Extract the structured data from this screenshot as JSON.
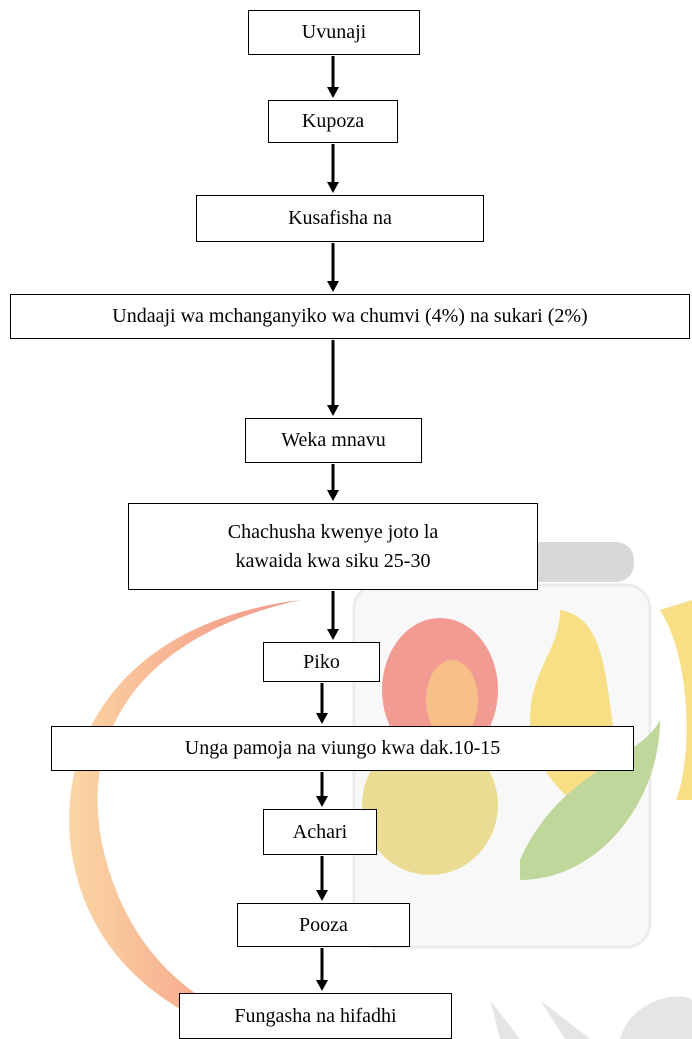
{
  "flowchart": {
    "steps": [
      {
        "id": "s1",
        "text": "Uvunaji"
      },
      {
        "id": "s2",
        "text": "Kupoza"
      },
      {
        "id": "s3",
        "text": "Kusafisha na"
      },
      {
        "id": "s4",
        "text": "Undaaji wa mchanganyiko wa chumvi (4%) na sukari (2%)"
      },
      {
        "id": "s5",
        "text": "Weka mnavu"
      },
      {
        "id": "s6",
        "lines": [
          "Chachusha kwenye joto la",
          "kawaida kwa siku 25-30"
        ]
      },
      {
        "id": "s7",
        "text": "Piko"
      },
      {
        "id": "s8",
        "text": "Unga pamoja na viungo  kwa dak.10-15"
      },
      {
        "id": "s9",
        "text": "Achari"
      },
      {
        "id": "s10",
        "text": "Pooza"
      },
      {
        "id": "s11",
        "text": "Fungasha na hifadhi"
      }
    ]
  },
  "colors": {
    "box_border": "#000000",
    "arrow": "#000000",
    "watermark_orange": "#f28c28",
    "watermark_red": "#e8452c",
    "watermark_yellow": "#f3c623",
    "watermark_green": "#8bb84a",
    "watermark_gray": "#c8c8c8"
  }
}
